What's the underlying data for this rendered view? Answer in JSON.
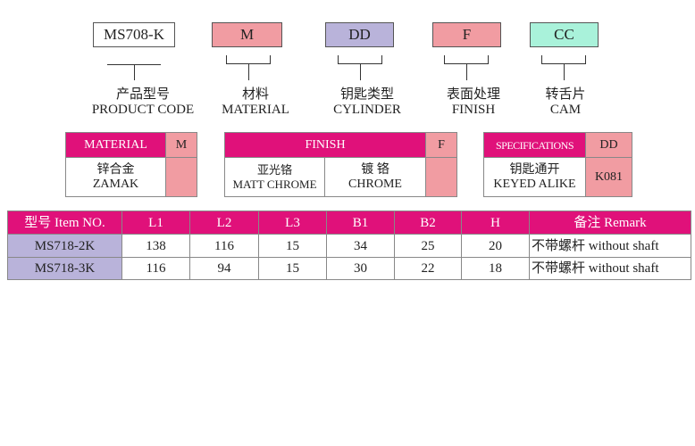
{
  "codes": [
    {
      "value": "MS708-K",
      "zh": "产品型号",
      "en": "PRODUCT CODE",
      "color": "#ffffff"
    },
    {
      "value": "M",
      "zh": "材料",
      "en": "MATERIAL",
      "color": "#f19ca2"
    },
    {
      "value": "DD",
      "zh": "钥匙类型",
      "en": "CYLINDER",
      "color": "#b9b3da"
    },
    {
      "value": "F",
      "zh": "表面处理",
      "en": "FINISH",
      "color": "#f19ca2"
    },
    {
      "value": "CC",
      "zh": "转舌片",
      "en": "CAM",
      "color": "#a9f2da"
    }
  ],
  "material": {
    "header": "MATERIAL",
    "code": "M",
    "zh": "锌合金",
    "en": "ZAMAK"
  },
  "finish": {
    "header": "FINISH",
    "code": "F",
    "opt1_zh": "亚光铬",
    "opt1_en": "MATT CHROME",
    "opt2_zh": "镀 铬",
    "opt2_en": "CHROME"
  },
  "spec": {
    "header": "SPECIFICATIONS",
    "code": "DD",
    "zh": "钥匙通开",
    "en": "KEYED ALIKE",
    "value": "K081"
  },
  "table": {
    "headers": [
      "型号 Item NO.",
      "L1",
      "L2",
      "L3",
      "B1",
      "B2",
      "H",
      "备注 Remark"
    ],
    "rows": [
      [
        "MS718-2K",
        "138",
        "116",
        "15",
        "34",
        "25",
        "20",
        "不带螺杆 without shaft"
      ],
      [
        "MS718-3K",
        "116",
        "94",
        "15",
        "30",
        "22",
        "18",
        "不带螺杆 without shaft"
      ]
    ]
  }
}
